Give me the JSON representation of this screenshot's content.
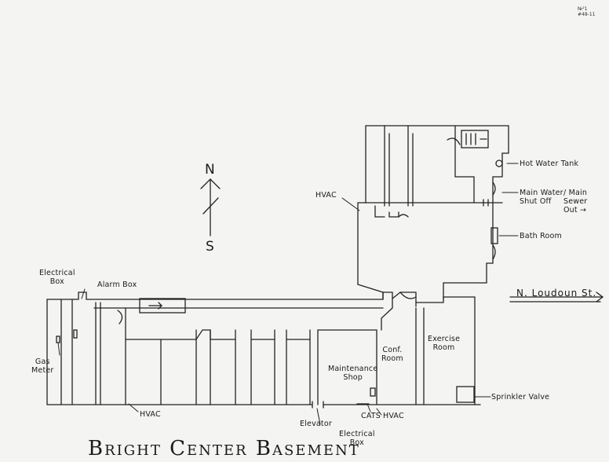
{
  "title": "Bright Center Basement",
  "corner_note": [
    "№²1",
    "#48-11"
  ],
  "compass": {
    "north": "N",
    "south": "S"
  },
  "street": "N. Loudoun St.",
  "labels": {
    "hot_water_tank": "Hot Water Tank",
    "main_water_1": "Main Water",
    "main_water_2": "Shut Off",
    "main_sewer_1": "/ Main",
    "main_sewer_2": "Sewer",
    "main_sewer_3": "Out →",
    "bath_room": "Bath Room",
    "hvac_top": "HVAC",
    "electrical_box_1": "Electrical",
    "electrical_box_2": "Box",
    "alarm_box": "Alarm Box",
    "gas_meter_1": "Gas",
    "gas_meter_2": "Meter",
    "hvac_bottom_left": "HVAC",
    "conf_room_1": "Conf.",
    "conf_room_2": "Room",
    "exercise_room_1": "Exercise",
    "exercise_room_2": "Room",
    "maintenance_shop_1": "Maintenance",
    "maintenance_shop_2": "Shop",
    "sprinkler_valve": "Sprinkler Valve",
    "elevator": "Elevator",
    "cats": "CATS",
    "hvac_bottom_right": "HVAC",
    "electrical_box_bottom_1": "Electrical",
    "electrical_box_bottom_2": "Box"
  }
}
